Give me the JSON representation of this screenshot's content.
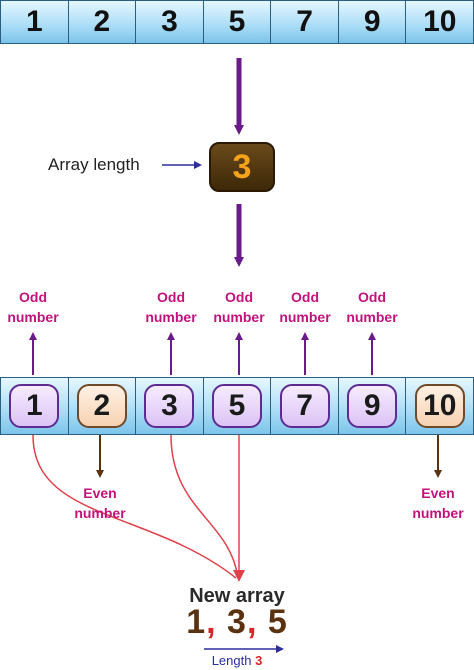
{
  "top_array": [
    "1",
    "2",
    "3",
    "5",
    "7",
    "9",
    "10"
  ],
  "array_length_label": "Array length",
  "array_length_value": "3",
  "bottom_array": [
    {
      "value": "1",
      "kind": "odd"
    },
    {
      "value": "2",
      "kind": "even"
    },
    {
      "value": "3",
      "kind": "odd"
    },
    {
      "value": "5",
      "kind": "odd"
    },
    {
      "value": "7",
      "kind": "odd"
    },
    {
      "value": "9",
      "kind": "odd"
    },
    {
      "value": "10",
      "kind": "even"
    }
  ],
  "labels": {
    "odd_line1": "Odd",
    "odd_line2": "number",
    "even_line1": "Even",
    "even_line2": "number"
  },
  "new_array": {
    "title": "New array",
    "values": [
      "1",
      "3",
      "5"
    ],
    "separator": ",",
    "length_label": "Length",
    "length_value": "3"
  },
  "colors": {
    "odd_label": "#c3127c",
    "main_arrow": "#6a1b8a",
    "selection_curve": "#e0404a",
    "even_arrow": "#5a3210"
  }
}
